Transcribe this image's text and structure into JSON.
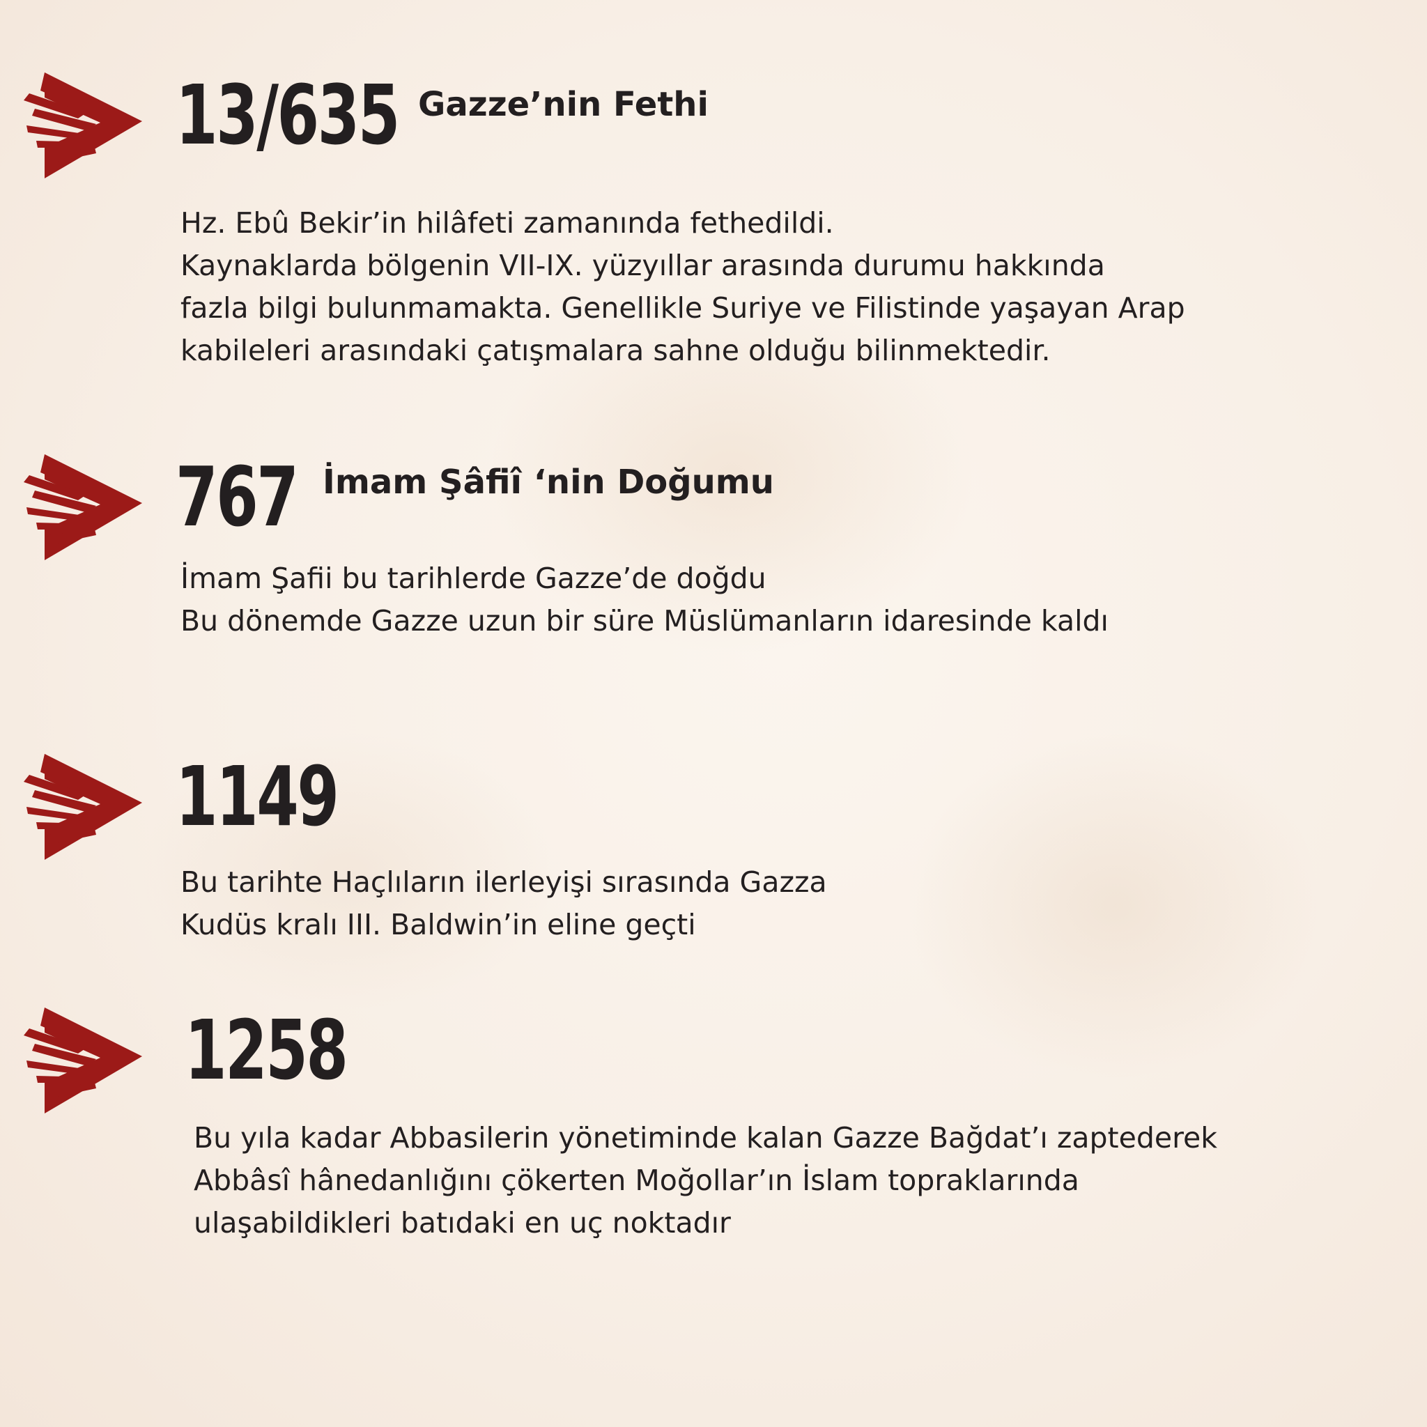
{
  "accent_color": "#9c1a18",
  "text_color": "#231f20",
  "icon": "red-brush-arrow-icon",
  "entries": [
    {
      "year": "13/635",
      "title": "Gazze’nin Fethi",
      "lines": [
        "Hz. Ebû Bekir’in hilâfeti zamanında fethedildi.",
        "Kaynaklarda bölgenin VII-IX. yüzyıllar  arasında durumu hakkında",
        "fazla bilgi bulunmamakta. Genellikle Suriye ve Filistinde yaşayan Arap",
        "kabileleri arasındaki çatışmalara sahne olduğu bilinmektedir."
      ]
    },
    {
      "year": "767",
      "title": "İmam Şâfiî ‘nin Doğumu",
      "lines": [
        "İmam Şafii bu tarihlerde Gazze’de doğdu",
        "Bu dönemde Gazze uzun bir süre Müslümanların idaresinde kaldı"
      ]
    },
    {
      "year": "1149",
      "title": "",
      "lines": [
        "Bu tarihte Haçlıların ilerleyişi sırasında Gazza",
        "Kudüs kralı III. Baldwin’in eline geçti"
      ]
    },
    {
      "year": "1258",
      "title": "",
      "lines": [
        "Bu yıla kadar Abbasilerin yönetiminde kalan Gazze Bağdat’ı zaptederek",
        "Abbâsî hânedanlığını çökerten Moğollar’ın İslam topraklarında",
        "ulaşabildikleri batıdaki en uç noktadır"
      ]
    }
  ]
}
